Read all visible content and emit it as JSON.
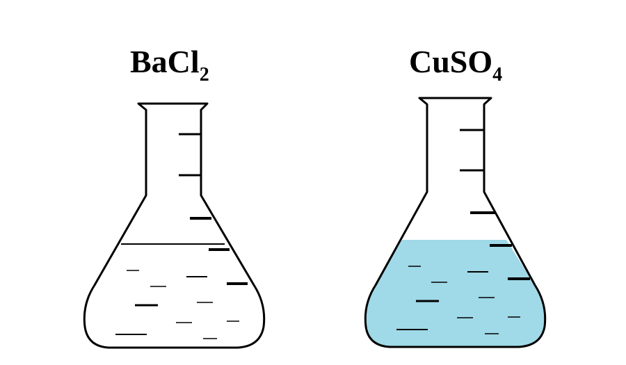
{
  "flasks": [
    {
      "formula_main": "BaCl",
      "formula_sub": "2",
      "liquid_color": "#ffffff"
    },
    {
      "formula_main": "CuSO",
      "formula_sub": "4",
      "liquid_color": "#a0d9e8"
    }
  ],
  "outline_color": "#000000"
}
